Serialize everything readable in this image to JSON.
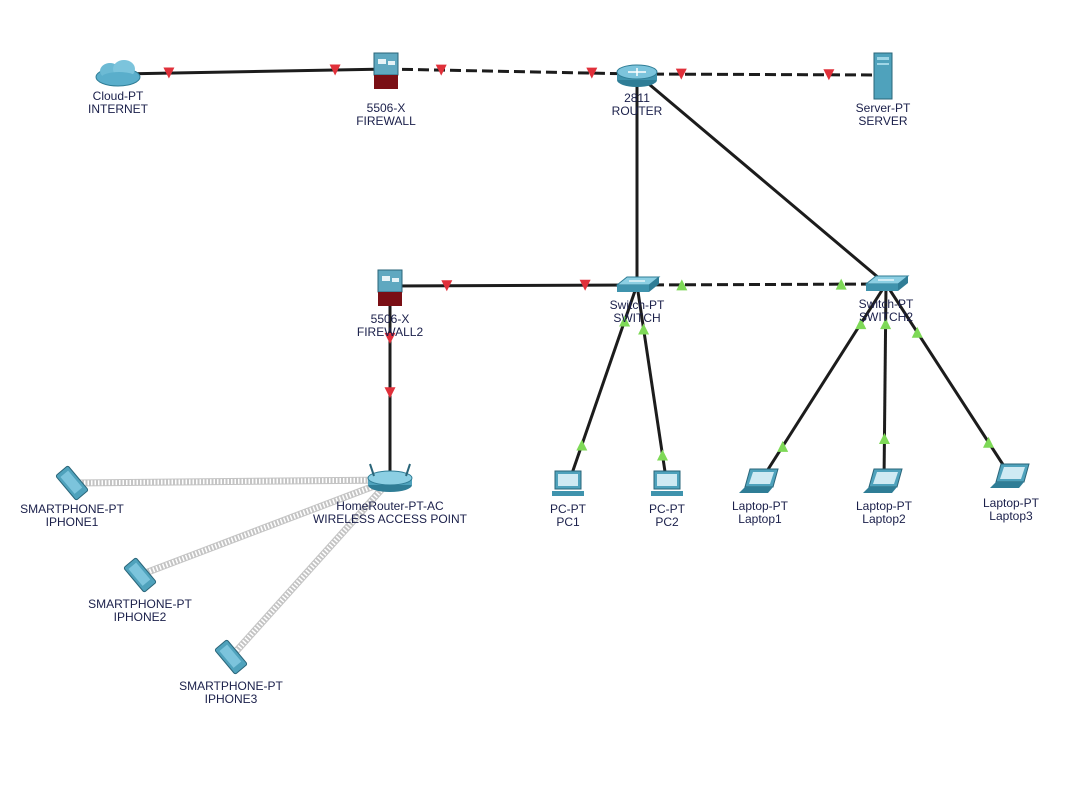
{
  "diagram": {
    "title": "",
    "devices": [
      {
        "id": "cloud",
        "icon": "cloud-icon",
        "model": "Cloud-PT",
        "name": "INTERNET"
      },
      {
        "id": "fw1",
        "icon": "firewall-icon",
        "model": "5506-X",
        "name": "FIREWALL"
      },
      {
        "id": "router",
        "icon": "router-icon",
        "model": "2811",
        "name": "ROUTER"
      },
      {
        "id": "server",
        "icon": "server-icon",
        "model": "Server-PT",
        "name": "SERVER"
      },
      {
        "id": "fw2",
        "icon": "firewall-icon",
        "model": "5506-X",
        "name": "FIREWALL2"
      },
      {
        "id": "switch1",
        "icon": "switch-icon",
        "model": "Switch-PT",
        "name": "SWITCH"
      },
      {
        "id": "switch2",
        "icon": "switch-icon",
        "model": "Switch-PT",
        "name": "SWITCH2"
      },
      {
        "id": "ap",
        "icon": "wireless-router-icon",
        "model": "HomeRouter-PT-AC",
        "name": "WIRELESS ACCESS POINT"
      },
      {
        "id": "pc1",
        "icon": "pc-icon",
        "model": "PC-PT",
        "name": "PC1"
      },
      {
        "id": "pc2",
        "icon": "pc-icon",
        "model": "PC-PT",
        "name": "PC2"
      },
      {
        "id": "laptop1",
        "icon": "laptop-icon",
        "model": "Laptop-PT",
        "name": "Laptop1"
      },
      {
        "id": "laptop2",
        "icon": "laptop-icon",
        "model": "Laptop-PT",
        "name": "Laptop2"
      },
      {
        "id": "laptop3",
        "icon": "laptop-icon",
        "model": "Laptop-PT",
        "name": "Laptop3"
      },
      {
        "id": "phone1",
        "icon": "smartphone-icon",
        "model": "SMARTPHONE-PT",
        "name": "IPHONE1"
      },
      {
        "id": "phone2",
        "icon": "smartphone-icon",
        "model": "SMARTPHONE-PT",
        "name": "IPHONE2"
      },
      {
        "id": "phone3",
        "icon": "smartphone-icon",
        "model": "SMARTPHONE-PT",
        "name": "IPHONE3"
      }
    ],
    "links": [
      {
        "from": "cloud",
        "to": "fw1",
        "style": "solid",
        "status": "down"
      },
      {
        "from": "fw1",
        "to": "router",
        "style": "dashed",
        "status": "down"
      },
      {
        "from": "router",
        "to": "server",
        "style": "dashed",
        "status": "down"
      },
      {
        "from": "router",
        "to": "switch1",
        "style": "solid",
        "status": "none"
      },
      {
        "from": "router",
        "to": "switch2",
        "style": "solid",
        "status": "none"
      },
      {
        "from": "fw2",
        "to": "switch1",
        "style": "solid",
        "status": "down"
      },
      {
        "from": "switch1",
        "to": "switch2",
        "style": "dashed",
        "status": "up"
      },
      {
        "from": "fw2",
        "to": "ap",
        "style": "solid",
        "status": "down"
      },
      {
        "from": "switch1",
        "to": "pc1",
        "style": "solid",
        "status": "up"
      },
      {
        "from": "switch1",
        "to": "pc2",
        "style": "solid",
        "status": "up"
      },
      {
        "from": "switch2",
        "to": "laptop1",
        "style": "solid",
        "status": "up"
      },
      {
        "from": "switch2",
        "to": "laptop2",
        "style": "solid",
        "status": "up"
      },
      {
        "from": "switch2",
        "to": "laptop3",
        "style": "solid",
        "status": "up"
      },
      {
        "from": "ap",
        "to": "phone1",
        "style": "wireless",
        "status": "none"
      },
      {
        "from": "ap",
        "to": "phone2",
        "style": "wireless",
        "status": "none"
      },
      {
        "from": "ap",
        "to": "phone3",
        "style": "wireless",
        "status": "none"
      }
    ],
    "colors": {
      "link": "#1c1c1c",
      "wireless": "#b9b9b9",
      "status_down": "#e0303a",
      "status_up": "#7ed957",
      "device_blue": "#4a9fb8",
      "device_dark": "#1f5f74",
      "firewall_red": "#7a0f15",
      "label": "#1a1f4a"
    }
  }
}
